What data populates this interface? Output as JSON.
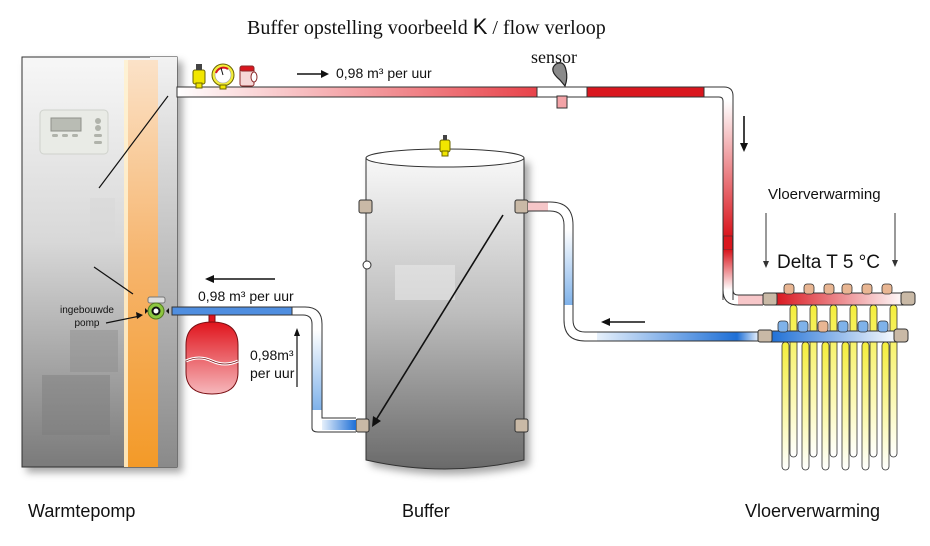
{
  "title": {
    "main": "Buffer opstelling voorbeeld",
    "variant": "K",
    "suffix": "/ flow verloop"
  },
  "labels": {
    "sensor": "sensor",
    "flow_supply": "0,98 m³ per uur",
    "flow_return_pump": "0,98 m³ per uur",
    "flow_return_vertical_line1": "0,98m³",
    "flow_return_vertical_line2": "per uur",
    "pump_line1": "ingebouwde",
    "pump_line2": "pomp",
    "floor_heating_header": "Vloerverwarming",
    "delta_t": "Delta T 5 °C"
  },
  "components": {
    "heat_pump": "Warmtepomp",
    "buffer": "Buffer",
    "floor_heating": "Vloerverwarming"
  },
  "colors": {
    "hot": "#d9161e",
    "cold": "#1e6fd6",
    "pump_green": "#8cc63f",
    "valve_yellow": "#f2e600",
    "strip_orange": "#f4a43c",
    "loop_yellow": "#f4ee3a"
  },
  "manifold": {
    "supply_caps": 6,
    "return_caps": 6,
    "loops": 6
  }
}
